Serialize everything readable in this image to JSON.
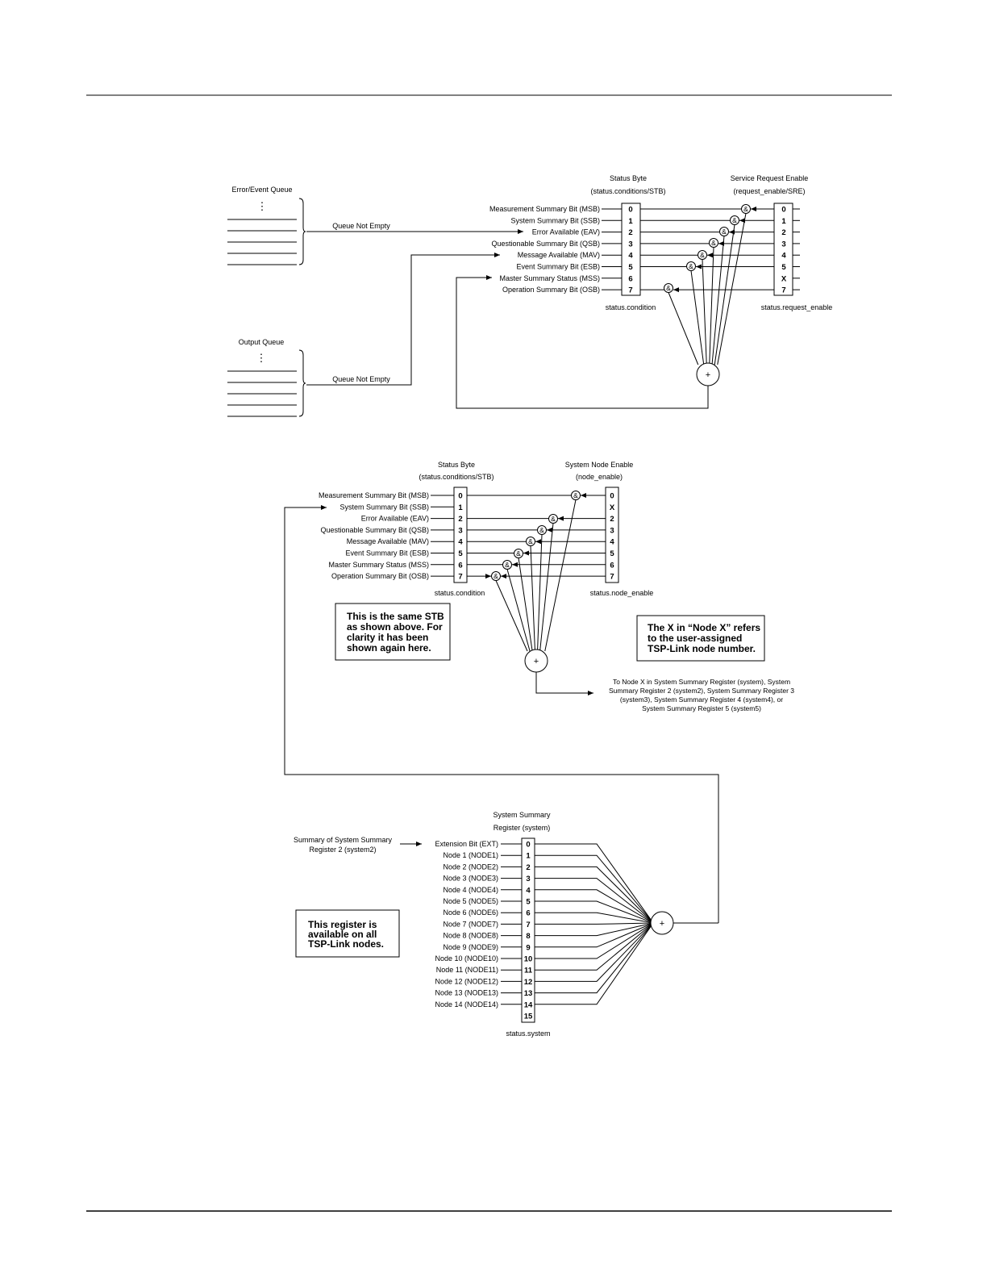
{
  "status_byte_title": "Status Byte",
  "status_byte_subtitle": "(status.conditions/STB)",
  "sre_title": "Service Request Enable",
  "sre_subtitle": "(request_enable/SRE)",
  "error_queue_title": "Error/Event Queue",
  "output_queue_title": "Output Queue",
  "queue_not_empty": "Queue Not Empty",
  "stb_bit_labels": [
    "Measurement Summary Bit (MSB)",
    "System Summary Bit (SSB)",
    "Error Available (EAV)",
    "Questionable Summary Bit (QSB)",
    "Message Available (MAV)",
    "Event Summary Bit (ESB)",
    "Master Summary Status (MSS)",
    "Operation Summary Bit (OSB)"
  ],
  "stb_bits": [
    "0",
    "1",
    "2",
    "3",
    "4",
    "5",
    "6",
    "7"
  ],
  "sre_bits": [
    "0",
    "1",
    "2",
    "3",
    "4",
    "5",
    "X",
    "7"
  ],
  "status_condition": "status.condition",
  "status_request_enable": "status.request_enable",
  "node_enable_title": "System Node Enable",
  "node_enable_subtitle": "(node_enable)",
  "node_enable_bits": [
    "0",
    "X",
    "2",
    "3",
    "4",
    "5",
    "6",
    "7"
  ],
  "status_node_enable": "status.node_enable",
  "note_same_stb": [
    "This is the same STB",
    "as shown above. For",
    "clarity it has been",
    "shown again here."
  ],
  "note_node_x": [
    "The X in “Node X” refers",
    "to the user-assigned",
    "TSP-Link node number."
  ],
  "to_node_x_text": [
    "To Node X in System Summary Register  (system), System",
    "Summary Register 2 (system2), System Summary Register 3",
    "(system3), System Summary Register 4 (system4), or",
    "System Summary Register 5 (system5)"
  ],
  "ssr_title": "System Summary",
  "ssr_subtitle": "Register (system)",
  "ssr_input_label": [
    "Summary of System Summary",
    "Register 2 (system2)"
  ],
  "ssr_bit_labels": [
    "Extension Bit (EXT)",
    "Node 1 (NODE1)",
    "Node 2 (NODE2)",
    "Node 3 (NODE3)",
    "Node 4 (NODE4)",
    "Node 5 (NODE5)",
    "Node 6 (NODE6)",
    "Node 7 (NODE7)",
    "Node 8 (NODE8)",
    "Node 9 (NODE9)",
    "Node 10 (NODE10)",
    "Node 11 (NODE11)",
    "Node 12 (NODE12)",
    "Node 13 (NODE13)",
    "Node 14 (NODE14)"
  ],
  "ssr_bits": [
    "0",
    "1",
    "2",
    "3",
    "4",
    "5",
    "6",
    "7",
    "8",
    "9",
    "10",
    "11",
    "12",
    "13",
    "14",
    "15"
  ],
  "status_system": "status.system",
  "note_register": [
    "This register is",
    "available on all",
    "TSP-Link nodes."
  ],
  "gate_and": "&",
  "gate_or": "+",
  "ellipsis": "⋮"
}
